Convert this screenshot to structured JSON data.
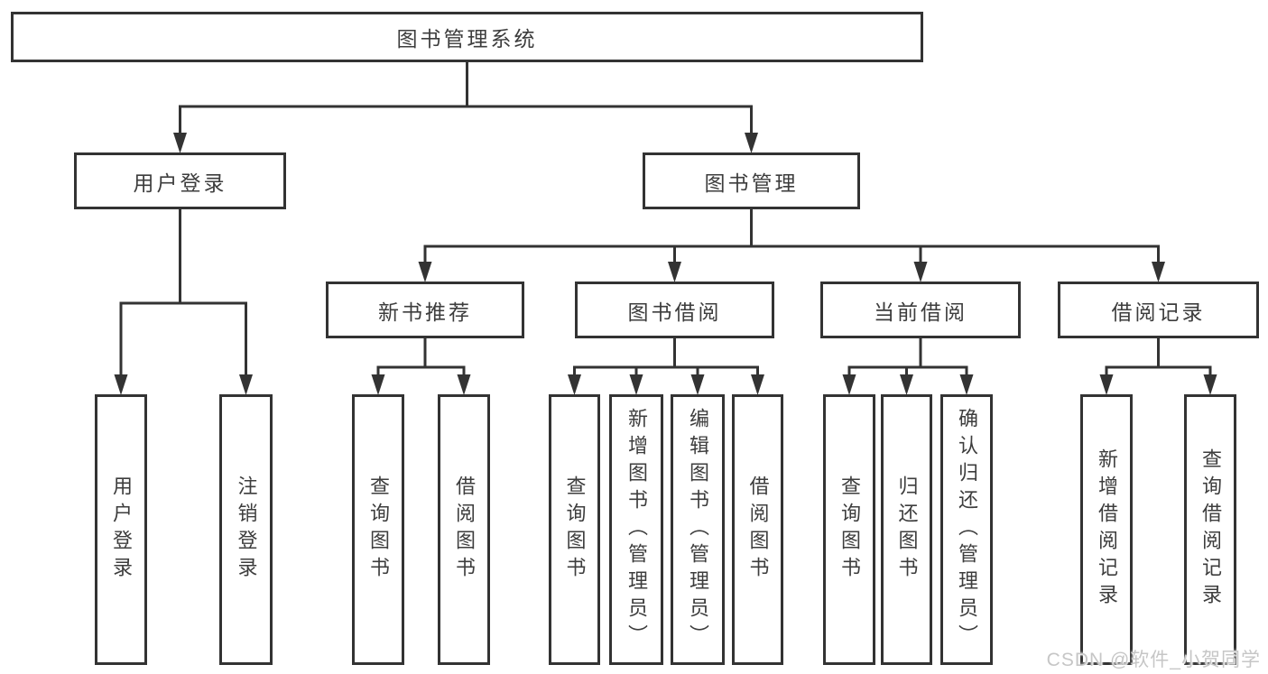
{
  "diagram": {
    "type": "hierarchy-tree-flowchart",
    "watermark": "CSDN @软件_小贺同学",
    "colors": {
      "line": "#333333",
      "box_border": "#333333",
      "box_fill": "#ffffff",
      "text": "#3d3d3d",
      "background": "#ffffff",
      "watermark": "#c6c6c6"
    },
    "tree": {
      "id": "root",
      "label": "图书管理系统",
      "children": [
        {
          "id": "user-login",
          "label": "用户登录",
          "children": [
            {
              "id": "login",
              "label": "用户登录",
              "vertical": true
            },
            {
              "id": "logout",
              "label": "注销登录",
              "vertical": true
            }
          ]
        },
        {
          "id": "book-mgmt",
          "label": "图书管理",
          "children": [
            {
              "id": "new-books",
              "label": "新书推荐",
              "children": [
                {
                  "id": "nb-query",
                  "label": "查询图书",
                  "vertical": true
                },
                {
                  "id": "nb-borrow",
                  "label": "借阅图书",
                  "vertical": true
                }
              ]
            },
            {
              "id": "book-borrow",
              "label": "图书借阅",
              "children": [
                {
                  "id": "bb-query",
                  "label": "查询图书",
                  "vertical": true
                },
                {
                  "id": "bb-add",
                  "label": "新增图书（管理员）",
                  "vertical": true
                },
                {
                  "id": "bb-edit",
                  "label": "编辑图书（管理员）",
                  "vertical": true
                },
                {
                  "id": "bb-borrow",
                  "label": "借阅图书",
                  "vertical": true
                }
              ]
            },
            {
              "id": "current-borrow",
              "label": "当前借阅",
              "children": [
                {
                  "id": "cb-query",
                  "label": "查询图书",
                  "vertical": true
                },
                {
                  "id": "cb-return",
                  "label": "归还图书",
                  "vertical": true
                },
                {
                  "id": "cb-confirm",
                  "label": "确认归还（管理员）",
                  "vertical": true
                }
              ]
            },
            {
              "id": "borrow-records",
              "label": "借阅记录",
              "children": [
                {
                  "id": "br-add",
                  "label": "新增借阅记录",
                  "vertical": true
                },
                {
                  "id": "br-query",
                  "label": "查询借阅记录",
                  "vertical": true
                }
              ]
            }
          ]
        }
      ]
    }
  }
}
